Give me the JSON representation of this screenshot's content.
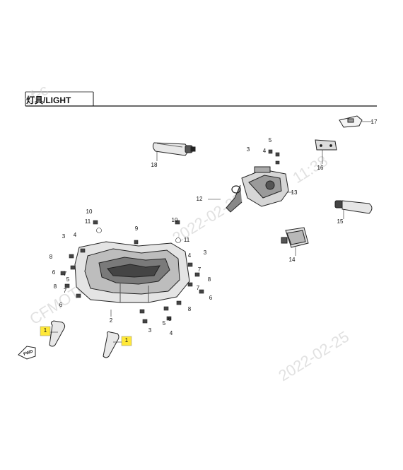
{
  "frame": {
    "title": "灯具/LIGHT"
  },
  "watermark": {
    "text_1": "CFMOTO ",
    "text_2": "2022-02-25",
    "text_3": "11:38",
    "text_4": "xf-c"
  },
  "fwd_label": "FWD",
  "highlight_color": "#ffe838",
  "callouts": [
    {
      "id": "c17",
      "label": "17"
    },
    {
      "id": "c18",
      "label": "18"
    },
    {
      "id": "c16",
      "label": "16"
    },
    {
      "id": "c3a",
      "label": "3"
    },
    {
      "id": "c4a",
      "label": "4"
    },
    {
      "id": "c5a",
      "label": "5"
    },
    {
      "id": "c12",
      "label": "12"
    },
    {
      "id": "c13",
      "label": "13"
    },
    {
      "id": "c15",
      "label": "15"
    },
    {
      "id": "c14",
      "label": "14"
    },
    {
      "id": "c10a",
      "label": "10"
    },
    {
      "id": "c11a",
      "label": "11"
    },
    {
      "id": "c9",
      "label": "9"
    },
    {
      "id": "c10b",
      "label": "10"
    },
    {
      "id": "c11b",
      "label": "11"
    },
    {
      "id": "c3b",
      "label": "3"
    },
    {
      "id": "c4b",
      "label": "4"
    },
    {
      "id": "c8a",
      "label": "8"
    },
    {
      "id": "c7a",
      "label": "7"
    },
    {
      "id": "c6a",
      "label": "6"
    },
    {
      "id": "c5b",
      "label": "5"
    },
    {
      "id": "c7b",
      "label": "7"
    },
    {
      "id": "c8b",
      "label": "8"
    },
    {
      "id": "c6b",
      "label": "6"
    },
    {
      "id": "c2",
      "label": "2"
    },
    {
      "id": "c3c",
      "label": "3"
    },
    {
      "id": "c4c",
      "label": "4"
    },
    {
      "id": "c7c",
      "label": "7"
    },
    {
      "id": "c8c",
      "label": "8"
    },
    {
      "id": "c7d",
      "label": "7"
    },
    {
      "id": "c6c",
      "label": "6"
    },
    {
      "id": "c8d",
      "label": "8"
    },
    {
      "id": "c5c",
      "label": "5"
    },
    {
      "id": "c3d",
      "label": "3"
    },
    {
      "id": "c4d",
      "label": "4"
    },
    {
      "id": "c6d",
      "label": "6"
    },
    {
      "id": "c1a",
      "label": "1"
    },
    {
      "id": "c1b",
      "label": "1"
    }
  ]
}
